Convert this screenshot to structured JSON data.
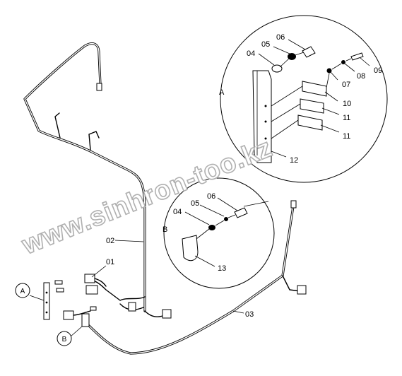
{
  "watermark": "www.sinhron-too.kz",
  "corner_mark": "",
  "views": {
    "a": {
      "label": "A"
    },
    "b": {
      "label": "B"
    }
  },
  "callouts": {
    "a": "A",
    "b": "B"
  },
  "parts": {
    "p01": "01",
    "p02": "02",
    "p03": "03",
    "a04": "04",
    "a05": "05",
    "a06": "06",
    "a07": "07",
    "a08": "08",
    "a09": "09",
    "a10": "10",
    "a11a": "11",
    "a11b": "11",
    "a12": "12",
    "b04": "04",
    "b05": "05",
    "b06": "06",
    "b13": "13"
  }
}
